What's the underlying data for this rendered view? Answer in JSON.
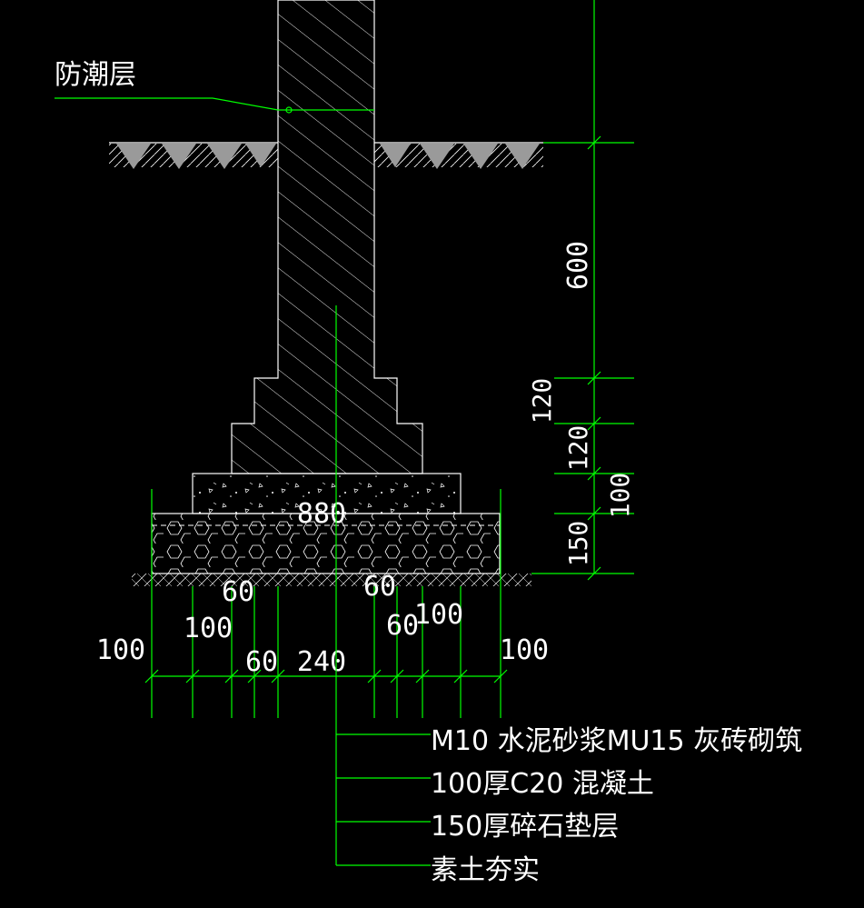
{
  "colors": {
    "background": "#000000",
    "outline": "#ffffff",
    "dimension": "#00ff00"
  },
  "labels": {
    "damp_proof": "防潮层",
    "masonry": "M10 水泥砂浆MU15 灰砖砌筑",
    "concrete": "100厚C20 混凝土",
    "gravel": "150厚碎石垫层",
    "soil": "素土夯实"
  },
  "dimensions": {
    "vertical": {
      "d600": "600",
      "d120a": "120",
      "d120b": "120",
      "d100": "100",
      "d150": "150"
    },
    "horizontal": {
      "total": "880",
      "step_left_60": "60",
      "step_right_60": "60",
      "left_100_outer": "100",
      "left_100_inner": "100",
      "left_60": "60",
      "wall_240": "240",
      "right_60": "60",
      "right_100_inner": "100",
      "right_100_outer": "100"
    }
  }
}
